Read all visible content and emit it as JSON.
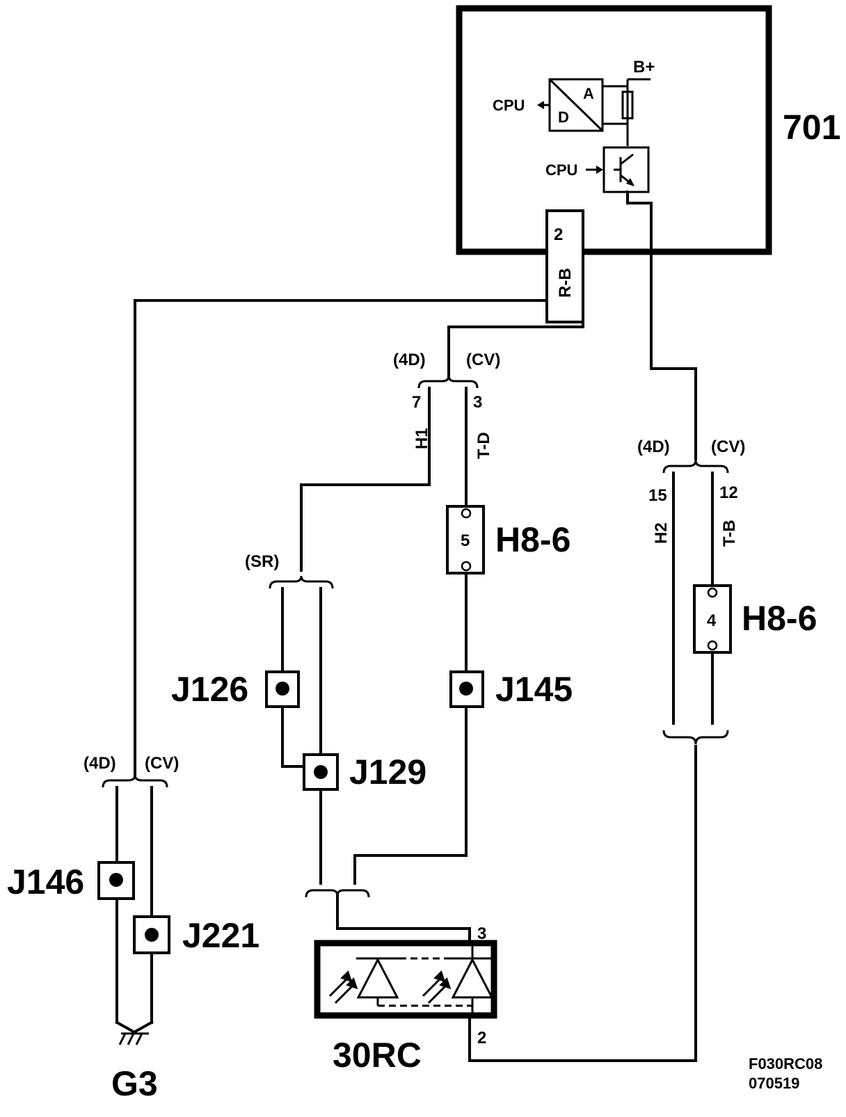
{
  "ecu": {
    "id": "701",
    "b_plus": "B+",
    "cpu_out": "CPU",
    "cpu_in": "CPU",
    "adc_a": "A",
    "adc_d": "D",
    "pin": "2",
    "pin_wire": "R-B"
  },
  "splice_top_mid": {
    "left": "(4D)",
    "right": "(CV)",
    "pin_a": "7",
    "wire_a": "H1",
    "pin_b": "3",
    "wire_b": "T-D"
  },
  "splice_top_right": {
    "left": "(4D)",
    "right": "(CV)",
    "pin_a": "15",
    "wire_a": "H2",
    "pin_b": "12",
    "wire_b": "T-B"
  },
  "splice_bottom_left": {
    "left": "(4D)",
    "right": "(CV)"
  },
  "splice_sr": {
    "label": "(SR)"
  },
  "connectors": {
    "h8_6_a": {
      "label": "H8-6",
      "pin": "5"
    },
    "h8_6_b": {
      "label": "H8-6",
      "pin": "4"
    }
  },
  "junctions": {
    "j126": "J126",
    "j129": "J129",
    "j145": "J145",
    "j146": "J146",
    "j221": "J221"
  },
  "sensor": {
    "id": "30RC",
    "pin_top": "3",
    "pin_bottom": "2"
  },
  "ground": "G3",
  "figure_code": "F030RC08",
  "figure_date": "070519"
}
